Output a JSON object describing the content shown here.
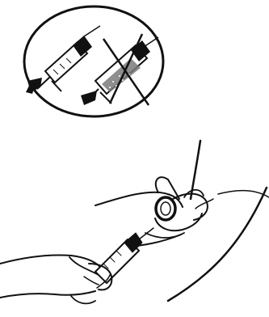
{
  "figure": {
    "kind": "line-illustration",
    "colors": {
      "ink": "#111111",
      "paper": "#ffffff",
      "stipple": "#7a7a7a"
    },
    "inset": {
      "panels": [
        {
          "name": "correct-syringe-position",
          "status": "correct"
        },
        {
          "name": "incorrect-syringe-position",
          "status": "incorrect",
          "mark": "cross-out"
        }
      ]
    },
    "main_scene": {
      "elements": [
        "injection-site",
        "pinching-hand",
        "syringe-hand",
        "syringe"
      ]
    }
  }
}
